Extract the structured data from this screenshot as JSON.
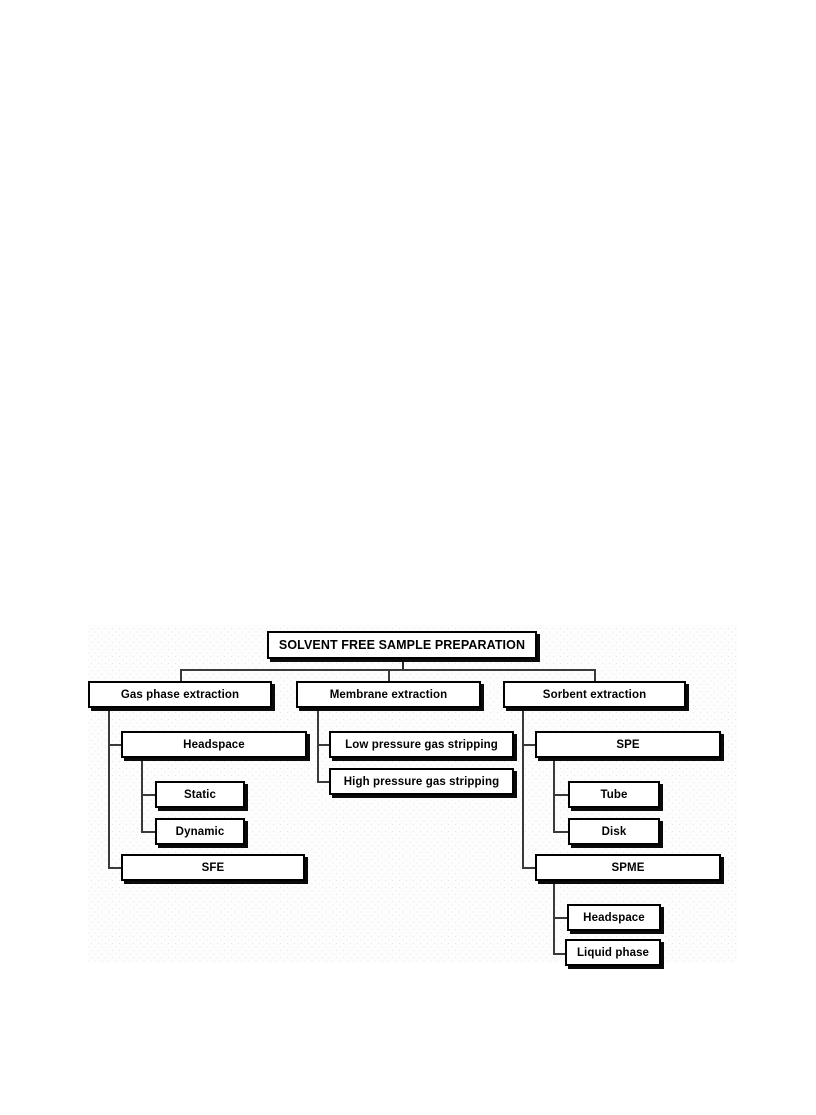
{
  "diagram": {
    "title": "SOLVENT FREE SAMPLE PREPARATION",
    "type": "hierarchy-tree",
    "colors": {
      "box_border": "#000000",
      "box_fill": "#ffffff",
      "box_shadow": "#0a0a0a",
      "connector": "#2b2b2b",
      "page_background": "#ffffff",
      "panel_background": "#fdfdfe"
    },
    "root": {
      "label": "SOLVENT FREE SAMPLE PREPARATION"
    },
    "branches": [
      {
        "label": "Gas phase extraction",
        "children": [
          {
            "label": "Headspace",
            "children": [
              {
                "label": "Static"
              },
              {
                "label": "Dynamic"
              }
            ]
          },
          {
            "label": "SFE",
            "children": []
          }
        ]
      },
      {
        "label": "Membrane extraction",
        "children": [
          {
            "label": "Low pressure gas stripping",
            "children": []
          },
          {
            "label": "High pressure gas stripping",
            "children": []
          }
        ]
      },
      {
        "label": "Sorbent extraction",
        "children": [
          {
            "label": "SPE",
            "children": [
              {
                "label": "Tube"
              },
              {
                "label": "Disk"
              }
            ]
          },
          {
            "label": "SPME",
            "children": [
              {
                "label": "Headspace"
              },
              {
                "label": "Liquid phase"
              }
            ]
          }
        ]
      }
    ]
  }
}
